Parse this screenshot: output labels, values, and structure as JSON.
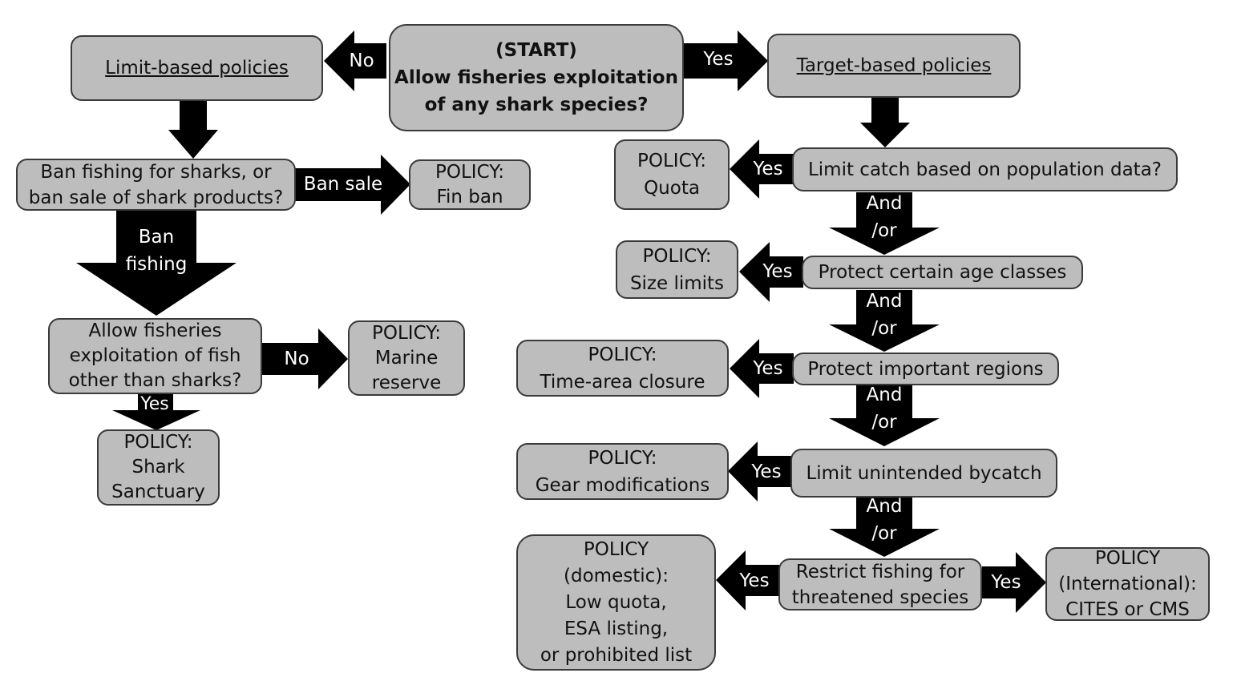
{
  "start": {
    "lines": [
      "(START)",
      "Allow fisheries exploitation",
      "of any shark species?"
    ]
  },
  "limit_based": {
    "text": "Limit-based policies"
  },
  "target_based": {
    "text": "Target-based policies"
  },
  "ban_question": {
    "lines": [
      "Ban fishing for sharks, or",
      "ban sale of shark products?"
    ]
  },
  "fin_ban": {
    "lines": [
      "POLICY:",
      "Fin ban"
    ]
  },
  "allow_other": {
    "lines": [
      "Allow fisheries",
      "exploitation of fish",
      "other than sharks?"
    ]
  },
  "marine_reserve": {
    "lines": [
      "POLICY:",
      "Marine",
      "reserve"
    ]
  },
  "shark_sanctuary": {
    "lines": [
      "POLICY:",
      "Shark",
      "Sanctuary"
    ]
  },
  "limit_catch": {
    "text": "Limit catch based on population data?"
  },
  "quota": {
    "lines": [
      "POLICY:",
      "Quota"
    ]
  },
  "age_classes": {
    "text": "Protect certain age classes"
  },
  "size_limits": {
    "lines": [
      "POLICY:",
      "Size limits"
    ]
  },
  "regions": {
    "text": "Protect important regions"
  },
  "time_area": {
    "lines": [
      "POLICY:",
      "Time-area closure"
    ]
  },
  "bycatch": {
    "text": "Limit unintended bycatch"
  },
  "gear": {
    "lines": [
      "POLICY:",
      "Gear modifications"
    ]
  },
  "restrict": {
    "lines": [
      "Restrict fishing for",
      "threatened species"
    ]
  },
  "domestic": {
    "lines": [
      "POLICY",
      "(domestic):",
      "Low quota,",
      "ESA listing,",
      "or prohibited list"
    ]
  },
  "international": {
    "lines": [
      "POLICY",
      "(International):",
      "CITES or CMS"
    ]
  },
  "labels": {
    "no": "No",
    "yes": "Yes",
    "ban_sale": "Ban sale",
    "ban_fishing": [
      "Ban",
      "fishing"
    ],
    "and_or": [
      "And",
      "/or"
    ]
  },
  "colors": {
    "box_fill": "#bdbdbd",
    "box_border": "#3a3a3a",
    "arrow": "#000000",
    "arrow_text": "#ffffff"
  }
}
